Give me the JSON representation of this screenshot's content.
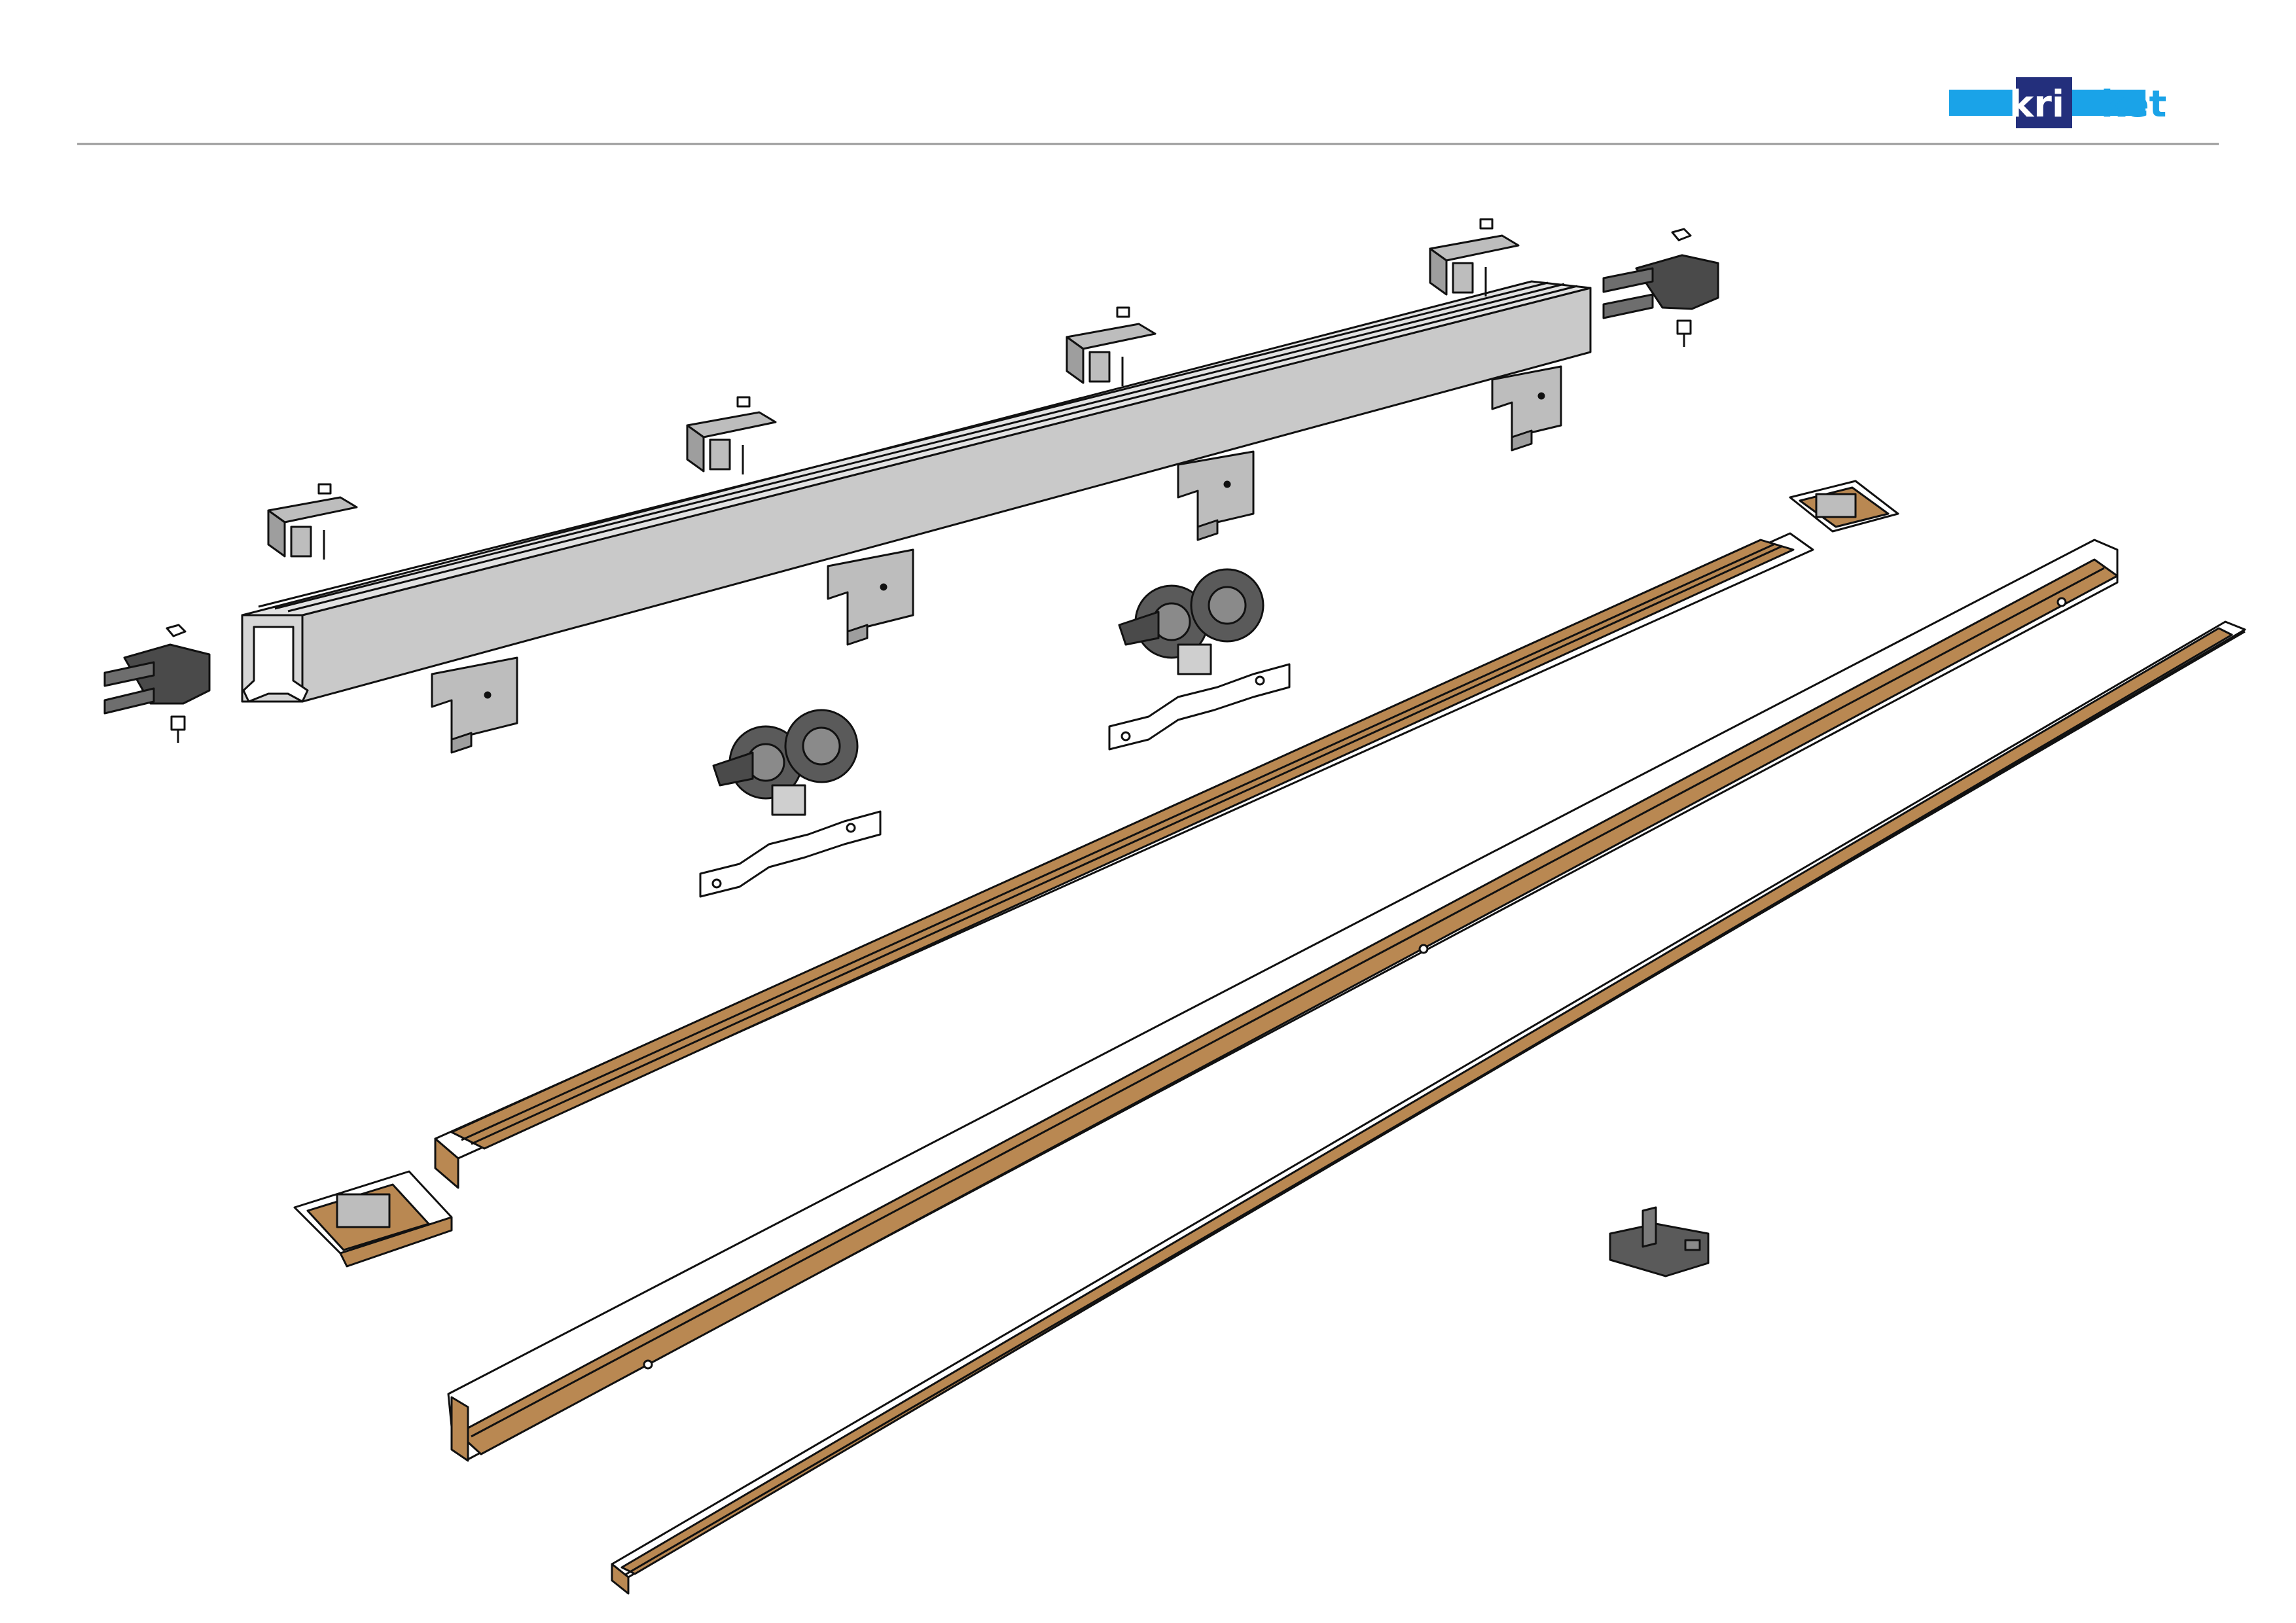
{
  "brand": {
    "logo_text_dark": "kri",
    "logo_text_light": "ket"
  },
  "colors": {
    "logo_dark_blue": "#232f7c",
    "logo_light_blue": "#1aa3e8",
    "rail_gray": "#c9c9c9",
    "wood": "#b98852",
    "dark_part": "#4a4a4a",
    "line": "#111111"
  },
  "parts": [
    {
      "name": "aluminium-top-track"
    },
    {
      "name": "end-stop-left"
    },
    {
      "name": "end-stop-right"
    },
    {
      "name": "ceiling-bracket-1"
    },
    {
      "name": "ceiling-bracket-2"
    },
    {
      "name": "ceiling-bracket-3"
    },
    {
      "name": "ceiling-bracket-4"
    },
    {
      "name": "ceiling-bracket-5"
    },
    {
      "name": "wall-clip-1"
    },
    {
      "name": "wall-clip-2"
    },
    {
      "name": "wall-clip-3"
    },
    {
      "name": "wall-clip-4"
    },
    {
      "name": "roller-carriage-1"
    },
    {
      "name": "roller-carriage-2"
    },
    {
      "name": "door-plate-1"
    },
    {
      "name": "door-plate-2"
    },
    {
      "name": "wooden-panel-header"
    },
    {
      "name": "end-cap-left"
    },
    {
      "name": "end-cap-right"
    },
    {
      "name": "wooden-pelmet"
    },
    {
      "name": "wooden-floor-strip"
    },
    {
      "name": "floor-guide"
    }
  ]
}
